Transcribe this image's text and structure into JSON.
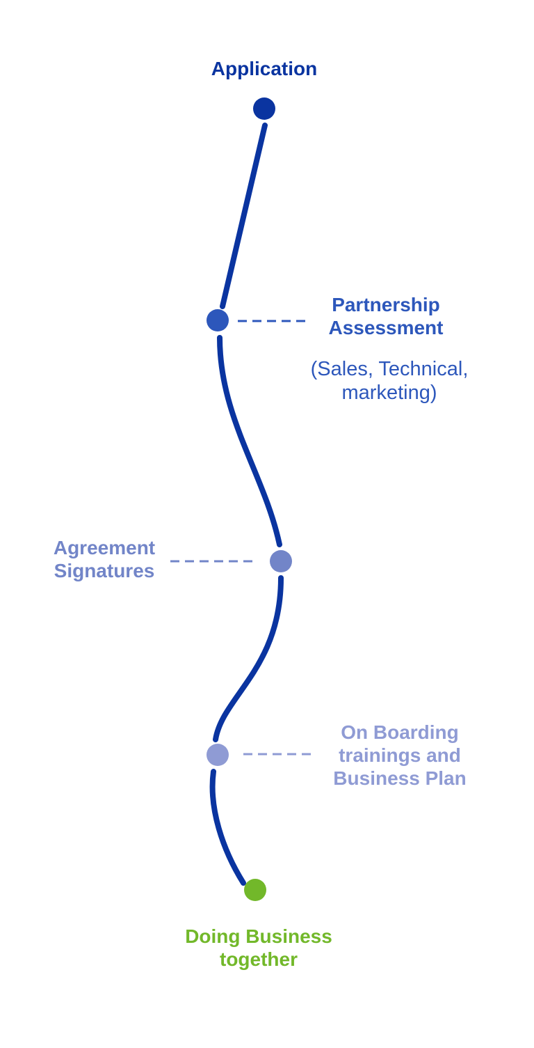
{
  "colors": {
    "path": "#0a34a0",
    "step1": "#0a34a0",
    "step2": "#2d57bb",
    "step3": "#7285c8",
    "step4": "#8f9bd4",
    "step5": "#72b82a"
  },
  "steps": [
    {
      "lines": [
        "Application"
      ]
    },
    {
      "lines": [
        "Partnership",
        "Assessment"
      ],
      "detail": [
        "(Sales, Technical,",
        "marketing)"
      ]
    },
    {
      "lines": [
        "Agreement",
        "Signatures"
      ]
    },
    {
      "lines": [
        "On Boarding",
        "trainings and",
        "Business Plan"
      ]
    },
    {
      "lines": [
        "Doing Business",
        "together"
      ]
    }
  ]
}
